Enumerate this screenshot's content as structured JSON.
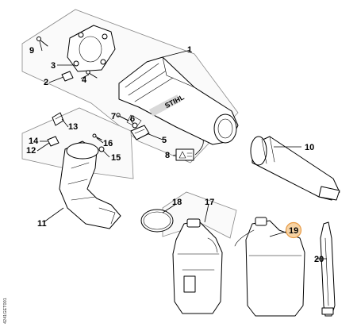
{
  "diagram": {
    "highlight_color": "#f7d3a4",
    "highlight_border": "#e79a45",
    "highlighted_part": "19",
    "brand_mark": "STIHL",
    "drawing_code": "4241GET001",
    "callouts": {
      "p1": "1",
      "p2": "2",
      "p3": "3",
      "p4": "4",
      "p5": "5",
      "p6": "6",
      "p7": "7",
      "p8": "8",
      "p9": "9",
      "p10": "10",
      "p11": "11",
      "p12": "12",
      "p13": "13",
      "p14": "14",
      "p15": "15",
      "p16": "16",
      "p17": "17",
      "p18": "18",
      "p19": "19",
      "p20": "20"
    }
  }
}
